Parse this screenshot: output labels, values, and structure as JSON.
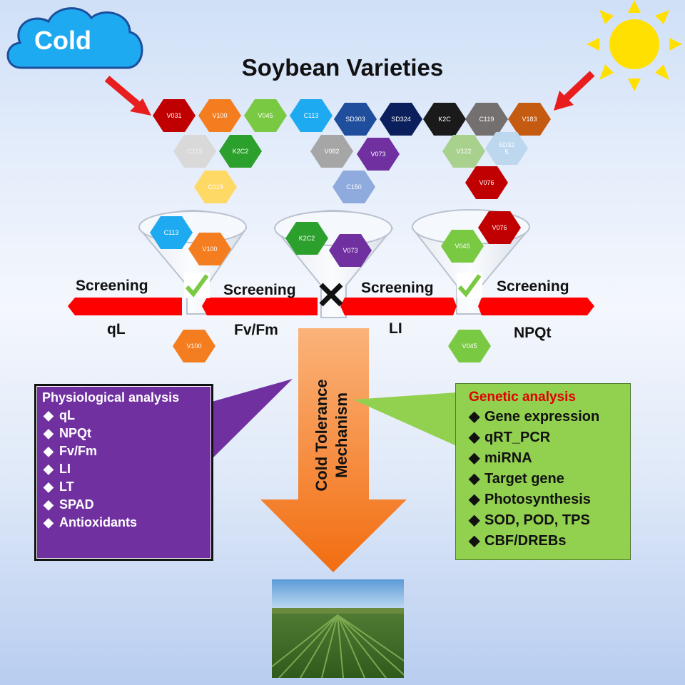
{
  "cloud": {
    "label": "Cold"
  },
  "title": "Soybean Varieties",
  "varieties_top": [
    {
      "label": "V031",
      "color": "#c00000"
    },
    {
      "label": "V100",
      "color": "#f47d20"
    },
    {
      "label": "V045",
      "color": "#7ac943"
    },
    {
      "label": "C113",
      "color": "#1eaaf1"
    },
    {
      "label": "SD303",
      "color": "#1f4e9c"
    },
    {
      "label": "SD324",
      "color": "#0b1f5c"
    },
    {
      "label": "K2C",
      "color": "#1a1a1a"
    },
    {
      "label": "C119",
      "color": "#757070"
    },
    {
      "label": "V183",
      "color": "#c55a11"
    },
    {
      "label": "C113",
      "color": "#d9d9d9"
    },
    {
      "label": "K2C2",
      "color": "#2ca02c"
    },
    {
      "label": "V082",
      "color": "#a6a6a6"
    },
    {
      "label": "V073",
      "color": "#7030a0"
    },
    {
      "label": "V122",
      "color": "#a9d18e"
    },
    {
      "label": "SD32\n5",
      "color": "#bdd7ee"
    },
    {
      "label": "C019",
      "color": "#ffd966"
    },
    {
      "label": "C150",
      "color": "#8faadc"
    },
    {
      "label": "V076",
      "color": "#c00000"
    }
  ],
  "funnels": [
    {
      "varieties": [
        {
          "label": "C113",
          "color": "#1eaaf1"
        },
        {
          "label": "V100",
          "color": "#f47d20"
        }
      ],
      "mark": "check",
      "output": {
        "label": "V100",
        "color": "#f47d20"
      }
    },
    {
      "varieties": [
        {
          "label": "K2C2",
          "color": "#2ca02c"
        },
        {
          "label": "V073",
          "color": "#7030a0"
        }
      ],
      "mark": "cross"
    },
    {
      "varieties": [
        {
          "label": "V076",
          "color": "#c00000"
        },
        {
          "label": "V045",
          "color": "#7ac943"
        }
      ],
      "mark": "check",
      "output": {
        "label": "V045",
        "color": "#7ac943"
      }
    }
  ],
  "screening": {
    "labels": [
      "Screening",
      "Screening",
      "Screening",
      "Screening"
    ],
    "params": [
      "qL",
      "Fv/Fm",
      "LI",
      "NPQt"
    ]
  },
  "arrow": {
    "line1": "Cold Tolerance",
    "line2": "Mechanism",
    "color": "#f47d20"
  },
  "physiological": {
    "title": "Physiological  analysis",
    "items": [
      "qL",
      "NPQt",
      "Fv/Fm",
      "LI",
      "LT",
      "SPAD",
      "Antioxidants"
    ],
    "color": "#7030a0"
  },
  "genetic": {
    "title": "Genetic analysis",
    "items": [
      "Gene expression",
      "qRT_PCR",
      "miRNA",
      "Target gene",
      "Photosynthesis",
      "SOD, POD, TPS",
      "CBF/DREBs"
    ],
    "color": "#92d050",
    "title_color": "#e00000"
  },
  "colors": {
    "screen_bar": "#ff0000",
    "sun": "#ffe000"
  }
}
